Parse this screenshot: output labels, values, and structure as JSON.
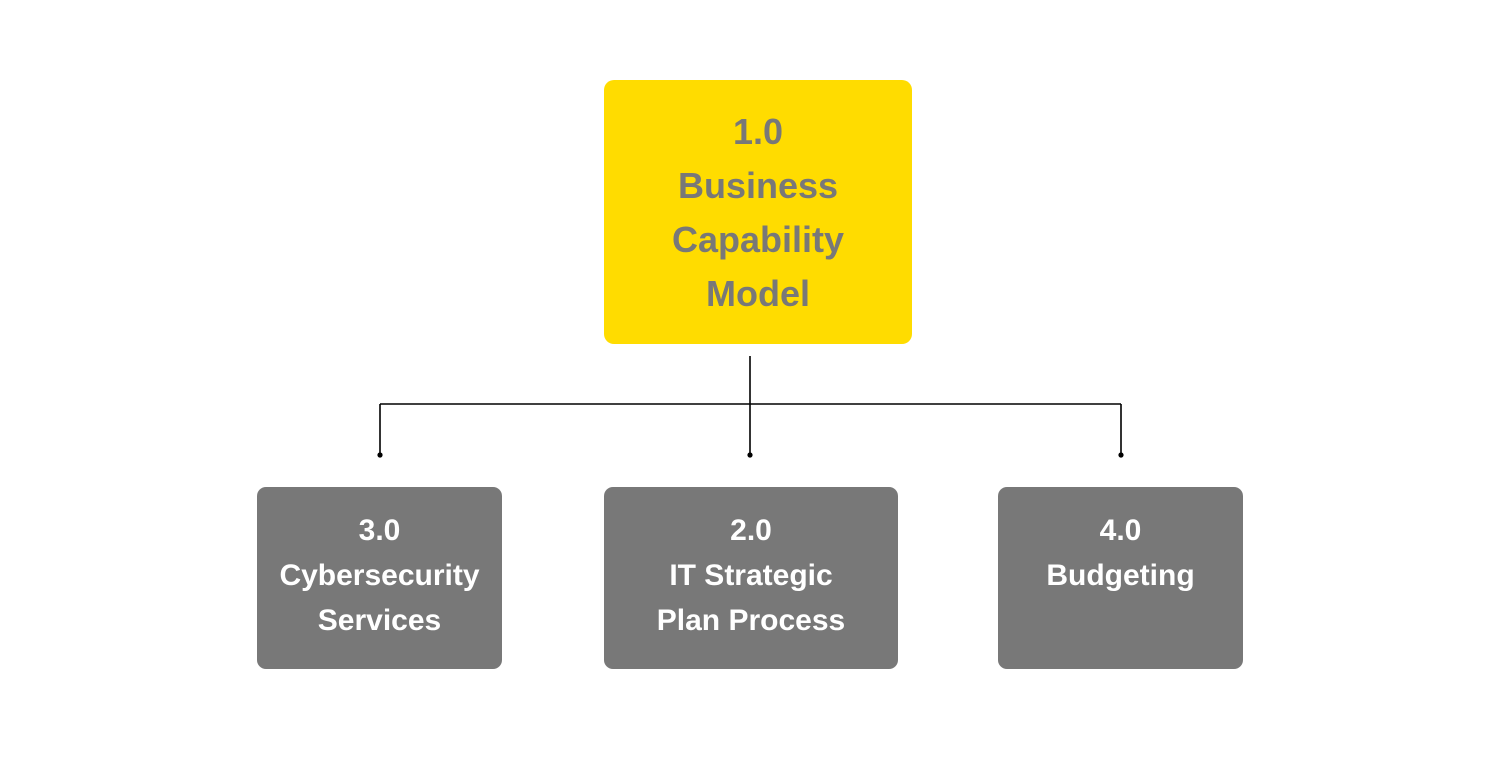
{
  "colors": {
    "root_fill": "#FFDC00",
    "root_text": "#787878",
    "child_fill": "#787878",
    "child_text": "#FFFFFF",
    "connector": "#000000"
  },
  "root": {
    "number": "1.0",
    "lines": [
      "Business",
      "Capability",
      "Model"
    ]
  },
  "children": [
    {
      "number": "3.0",
      "lines": [
        "Cybersecurity",
        "Services"
      ]
    },
    {
      "number": "2.0",
      "lines": [
        "IT Strategic",
        "Plan Process"
      ]
    },
    {
      "number": "4.0",
      "lines": [
        "Budgeting"
      ]
    }
  ]
}
